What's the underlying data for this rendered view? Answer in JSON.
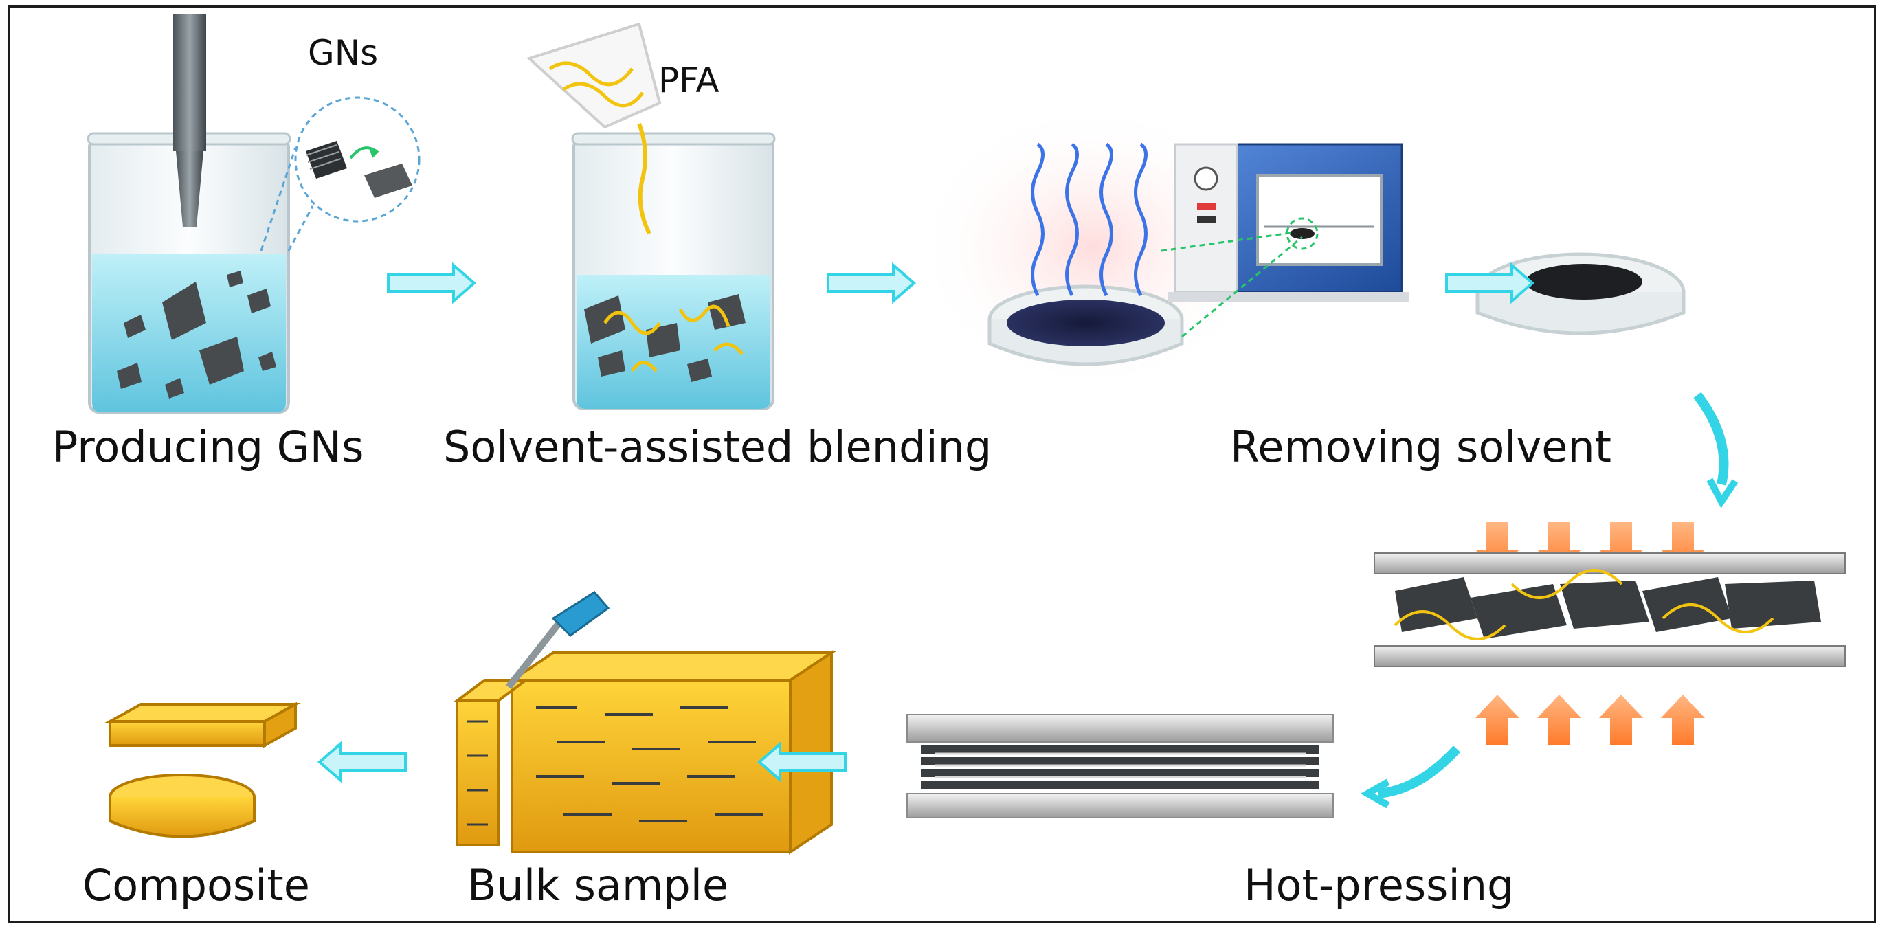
{
  "steps": {
    "producing": "Producing GNs",
    "blending": "Solvent-assisted blending",
    "removing": "Removing solvent",
    "hot_pressing": "Hot-pressing",
    "bulk": "Bulk sample",
    "composite": "Composite"
  },
  "callouts": {
    "gns": "GNs",
    "pfa": "PFA"
  },
  "colors": {
    "arrow": "#33d4e6",
    "water": "#7fd6ea",
    "flake": "#474b4e",
    "pfa": "#f2c410",
    "heat_wave": "#3c73e6",
    "oven": "#2f5fb8",
    "press_arrow": "#ff8c3c",
    "bulk_gold": "#f0b31c"
  }
}
